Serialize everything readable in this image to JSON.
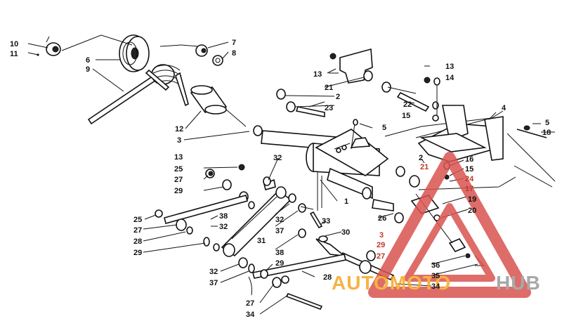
{
  "labels": [
    {
      "id": "c10",
      "text": "10"
    },
    {
      "id": "c11",
      "text": "11"
    },
    {
      "id": "c6",
      "text": "6"
    },
    {
      "id": "c9",
      "text": "9"
    },
    {
      "id": "c7",
      "text": "7"
    },
    {
      "id": "c8",
      "text": "8"
    },
    {
      "id": "c12",
      "text": "12"
    },
    {
      "id": "c3a",
      "text": "3"
    },
    {
      "id": "c13a",
      "text": "13"
    },
    {
      "id": "c21a",
      "text": "21"
    },
    {
      "id": "c2a",
      "text": "2"
    },
    {
      "id": "c23",
      "text": "23"
    },
    {
      "id": "c13b",
      "text": "13"
    },
    {
      "id": "c14",
      "text": "14"
    },
    {
      "id": "c22",
      "text": "22"
    },
    {
      "id": "c15a",
      "text": "15"
    },
    {
      "id": "c5a",
      "text": "5"
    },
    {
      "id": "c4",
      "text": "4"
    },
    {
      "id": "c5b",
      "text": "5"
    },
    {
      "id": "c18",
      "text": "18"
    },
    {
      "id": "c13c",
      "text": "13"
    },
    {
      "id": "c32a",
      "text": "32"
    },
    {
      "id": "c25a",
      "text": "25"
    },
    {
      "id": "c27a",
      "text": "27"
    },
    {
      "id": "c29a",
      "text": "29"
    },
    {
      "id": "c2b",
      "text": "2"
    },
    {
      "id": "c16",
      "text": "16"
    },
    {
      "id": "c15b",
      "text": "15"
    },
    {
      "id": "c24",
      "text": "24"
    },
    {
      "id": "c17",
      "text": "17"
    },
    {
      "id": "c21b",
      "text": "21"
    },
    {
      "id": "c1",
      "text": "1"
    },
    {
      "id": "c19",
      "text": "19"
    },
    {
      "id": "c20",
      "text": "20"
    },
    {
      "id": "c25b",
      "text": "25"
    },
    {
      "id": "c38a",
      "text": "38"
    },
    {
      "id": "c27b",
      "text": "27"
    },
    {
      "id": "c32b",
      "text": "32"
    },
    {
      "id": "c28a",
      "text": "28"
    },
    {
      "id": "c29b",
      "text": "29"
    },
    {
      "id": "c32c",
      "text": "32"
    },
    {
      "id": "c33",
      "text": "33"
    },
    {
      "id": "c37a",
      "text": "37"
    },
    {
      "id": "c30",
      "text": "30"
    },
    {
      "id": "c31",
      "text": "31"
    },
    {
      "id": "c26",
      "text": "26"
    },
    {
      "id": "c3b",
      "text": "3"
    },
    {
      "id": "c29c",
      "text": "29"
    },
    {
      "id": "c38b",
      "text": "38"
    },
    {
      "id": "c29d",
      "text": "29"
    },
    {
      "id": "c27c",
      "text": "27"
    },
    {
      "id": "c32d",
      "text": "32"
    },
    {
      "id": "c37b",
      "text": "37"
    },
    {
      "id": "c28b",
      "text": "28"
    },
    {
      "id": "c36",
      "text": "36"
    },
    {
      "id": "c35",
      "text": "35"
    },
    {
      "id": "c34a",
      "text": "34"
    },
    {
      "id": "c27d",
      "text": "27"
    },
    {
      "id": "c34b",
      "text": "34"
    }
  ],
  "watermark": {
    "part1": "AUTOMOTO",
    "part2": "HUB"
  },
  "colors": {
    "ink": "#111111",
    "watermark_orange": "#f5a623",
    "watermark_gray": "#9a9a9a",
    "watermark_red": "#d9534f"
  }
}
